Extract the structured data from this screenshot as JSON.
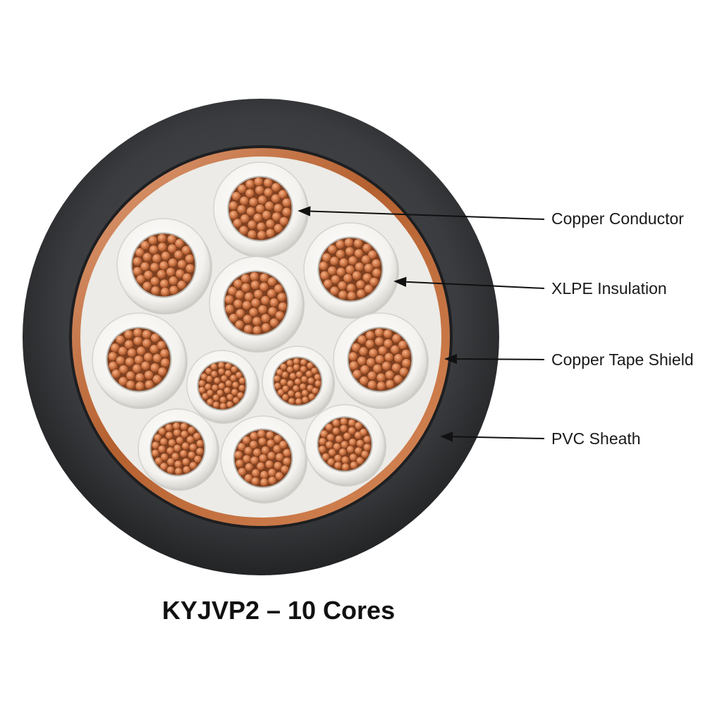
{
  "diagram": {
    "caption": "KYJVP2 – 10 Cores",
    "labels": {
      "conductor": "Copper Conductor",
      "insulation": "XLPE Insulation",
      "shield": "Copper Tape Shield",
      "sheath": "PVC Sheath"
    },
    "core_count": 10,
    "colors": {
      "sheath": "#333537",
      "shield": "#c8733f",
      "filler": "#ecebe7",
      "insulation": "#f7f6f2",
      "conductor": "#c56f42",
      "strand_highlight": "#f0a77a",
      "leader": "#111111"
    }
  }
}
